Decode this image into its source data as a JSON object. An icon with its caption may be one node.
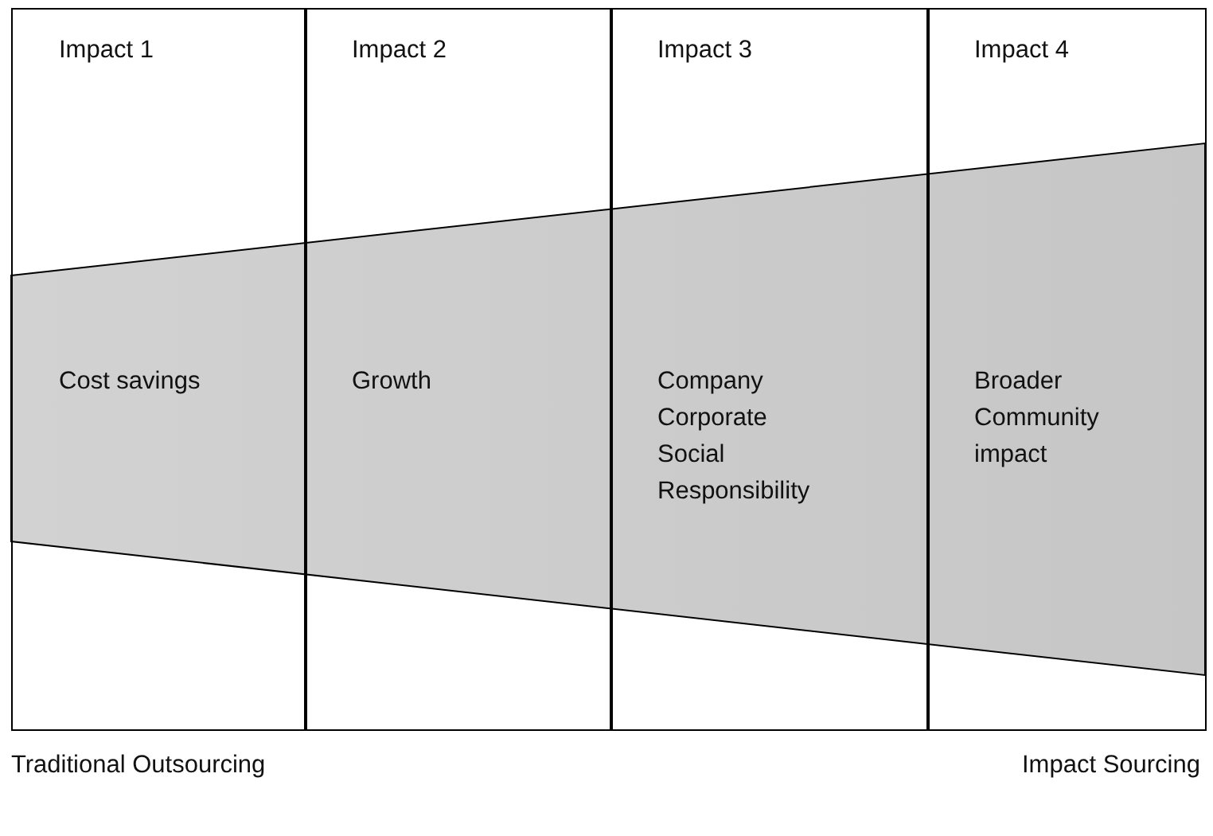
{
  "diagram": {
    "nodes": [
      {
        "text": [
          "Impact 1",
          "Cost savings"
        ]
      },
      {
        "text": [
          "Impact 2",
          "Growth"
        ]
      },
      {
        "text": [
          "Impact 3",
          "Company Corporate Social Responsibility"
        ]
      },
      {
        "text": [
          "Impact 4",
          "Broader Community impact"
        ]
      }
    ],
    "edges": [],
    "labels": [
      "Traditional Outsourcing",
      "Impact Sourcing"
    ]
  }
}
